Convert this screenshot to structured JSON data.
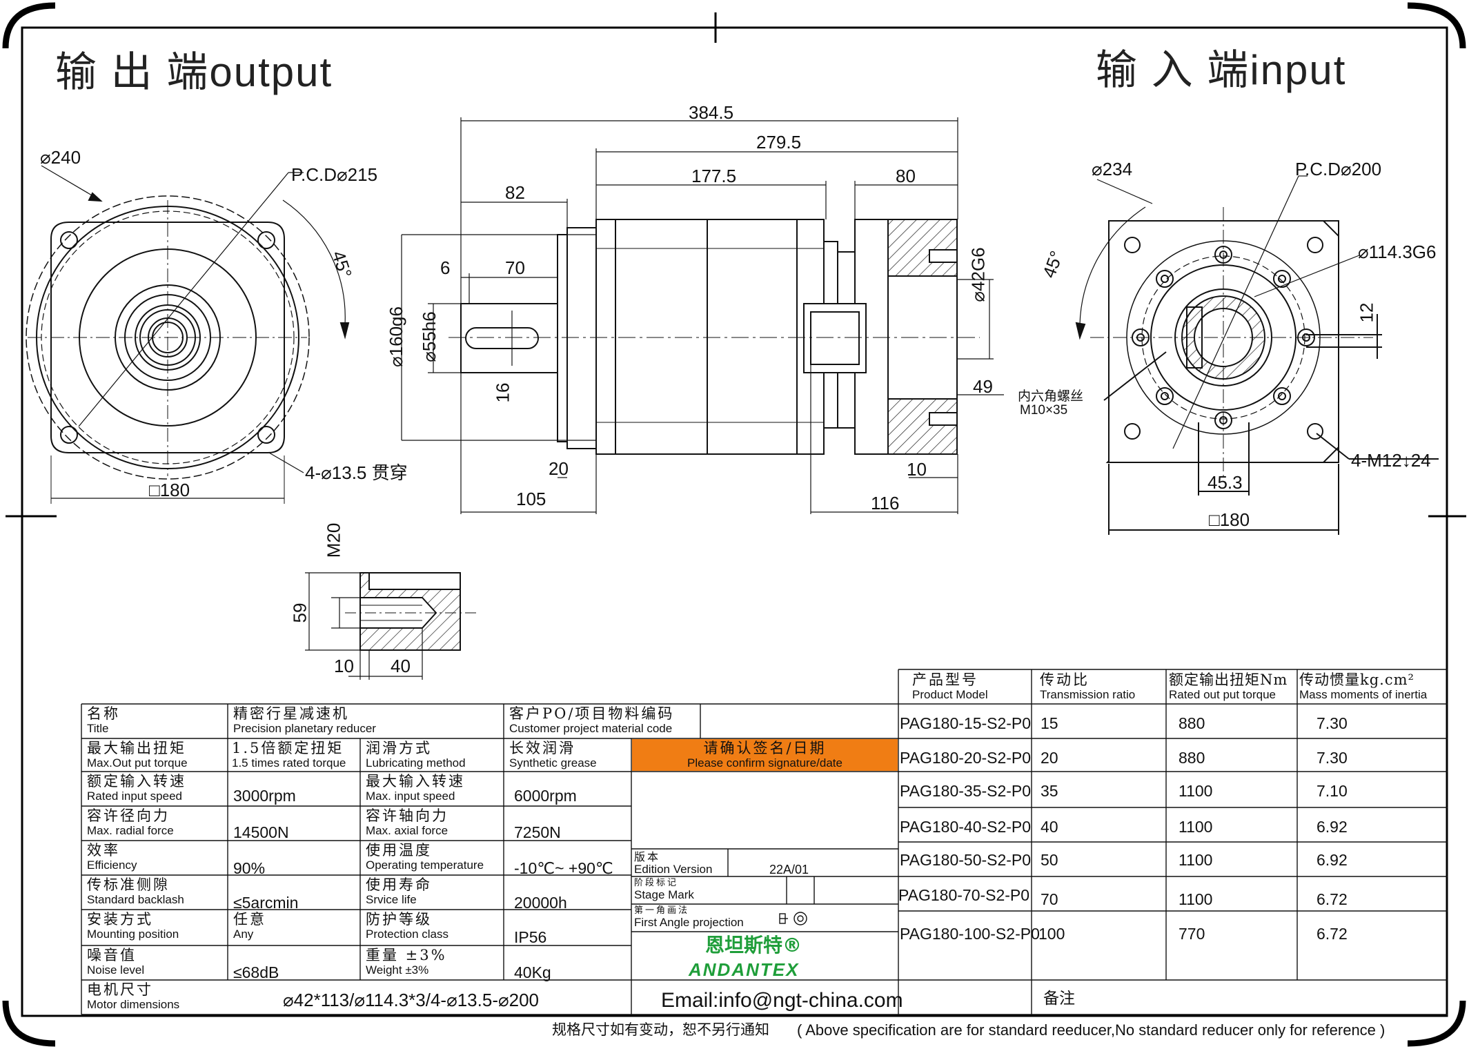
{
  "headers": {
    "output_title": "输 出 端output",
    "input_title": "输 入 端input"
  },
  "output_view": {
    "dia_240": "⌀240",
    "pcd_215": "P.C.D⌀215",
    "angle_45": "45°",
    "holes": "4-⌀13.5 贯穿",
    "square_180": "□180"
  },
  "side_view": {
    "dim_384": "384.5",
    "dim_279": "279.5",
    "dim_177": "177.5",
    "dim_80": "80",
    "dim_82": "82",
    "dim_6": "6",
    "dim_70": "70",
    "dim_160": "⌀160g6",
    "dim_55": "⌀55h6",
    "dim_16": "16",
    "dim_20": "20",
    "dim_105": "105",
    "dim_116": "116",
    "dim_10": "10",
    "dim_42": "⌀42G6",
    "dim_49": "49"
  },
  "input_view": {
    "dia_234": "⌀234",
    "pcd_200": "P.C.D⌀200",
    "angle_45": "45°",
    "dia_114": "⌀114.3G6",
    "dim_12": "12",
    "screw_cn": "内六角螺丝",
    "screw_spec": "M10×35",
    "dim_45": "45.3",
    "threads": "4-M12↓24",
    "square_180": "□180"
  },
  "m20_detail": {
    "m20": "M20",
    "dim_59": "59",
    "dim_10": "10",
    "dim_40": "40"
  },
  "spec": {
    "title": {
      "cn": "名称",
      "en": "Title",
      "value_cn": "精密行星减速机",
      "value_en": "Precision planetary reducer"
    },
    "customer": {
      "cn": "客户PO/项目物料编码",
      "en": "Customer project material code"
    },
    "max_torque": {
      "cn": "最大输出扭矩",
      "en": "Max.Out put torque",
      "value_cn": "1.5倍额定扭矩",
      "value_en": "1.5 times rated torque"
    },
    "lube": {
      "cn": "润滑方式",
      "en": "Lubricating method",
      "value_cn": "长效润滑",
      "value_en": "Synthetic grease"
    },
    "confirm": {
      "cn": "请确认签名/日期",
      "en": "Please confirm signature/date"
    },
    "rated_speed": {
      "cn": "额定输入转速",
      "en": "Rated input speed",
      "value": "3000rpm"
    },
    "max_speed": {
      "cn": "最大输入转速",
      "en": "Max. input speed",
      "value": "6000rpm"
    },
    "radial": {
      "cn": "容许径向力",
      "en": "Max. radial force",
      "value": "14500N"
    },
    "axial": {
      "cn": "容许轴向力",
      "en": "Max. axial force",
      "value": "7250N"
    },
    "efficiency": {
      "cn": "效率",
      "en": "Efficiency",
      "value": "90%"
    },
    "temp": {
      "cn": "使用温度",
      "en": "Operating temperature",
      "value": "-10℃~ +90℃"
    },
    "backlash": {
      "cn": "传标准侧隙",
      "en": "Standard backlash",
      "value": "≤5arcmin"
    },
    "life": {
      "cn": "使用寿命",
      "en": "Srvice life",
      "value": "20000h"
    },
    "mounting": {
      "cn": "安装方式",
      "en": "Mounting position",
      "value_cn": "任意",
      "value_en": "Any"
    },
    "protection": {
      "cn": "防护等级",
      "en": "Protection class",
      "value": "IP56"
    },
    "noise": {
      "cn": "噪音值",
      "en": "Noise level",
      "value": "≤68dB"
    },
    "weight": {
      "cn": "重量 ±3%",
      "en": "Weight ±3%",
      "value": "40Kg"
    },
    "motor": {
      "cn": "电机尺寸",
      "en": "Motor dimensions",
      "value": "⌀42*113/⌀114.3*3/4-⌀13.5-⌀200"
    },
    "edition": {
      "cn": "版本",
      "en": "Edition Version",
      "value": "22A/01"
    },
    "stage": {
      "cn": "阶段标记",
      "en": "Stage Mark"
    },
    "projection": {
      "cn": "第一角画法",
      "en": "First Angle projection"
    },
    "email": "Email:info@ngt-china.com",
    "remark": "备注"
  },
  "brand": {
    "cn": "恩坦斯特®",
    "en": "ANDANTEX",
    "color": "#1f9e3a"
  },
  "model_table": {
    "headers": [
      {
        "cn": "产品型号",
        "en": "Product Model"
      },
      {
        "cn": "传动比",
        "en": "Transmission ratio"
      },
      {
        "cn": "额定输出扭矩Nm",
        "en": "Rated out put torque"
      },
      {
        "cn": "传动惯量kg.cm²",
        "en": "Mass moments of inertia"
      }
    ],
    "rows": [
      {
        "model": "PAG180-15-S2-P0",
        "ratio": "15",
        "torque": "880",
        "inertia": "7.30"
      },
      {
        "model": "PAG180-20-S2-P0",
        "ratio": "20",
        "torque": "880",
        "inertia": "7.30"
      },
      {
        "model": "PAG180-35-S2-P0",
        "ratio": "35",
        "torque": "1100",
        "inertia": "7.10"
      },
      {
        "model": "PAG180-40-S2-P0",
        "ratio": "40",
        "torque": "1100",
        "inertia": "6.92"
      },
      {
        "model": "PAG180-50-S2-P0",
        "ratio": "50",
        "torque": "1100",
        "inertia": "6.92"
      },
      {
        "model": "PAG180-70-S2-P0",
        "ratio": "70",
        "torque": "1100",
        "inertia": "6.72"
      },
      {
        "model": "PAG180-100-S2-P0",
        "ratio": "100",
        "torque": "770",
        "inertia": "6.72"
      }
    ]
  },
  "footer": {
    "cn": "规格尺寸如有变动，恕不另行通知",
    "en": "( Above specification are for standard reeducer,No standard reducer only for reference )"
  }
}
